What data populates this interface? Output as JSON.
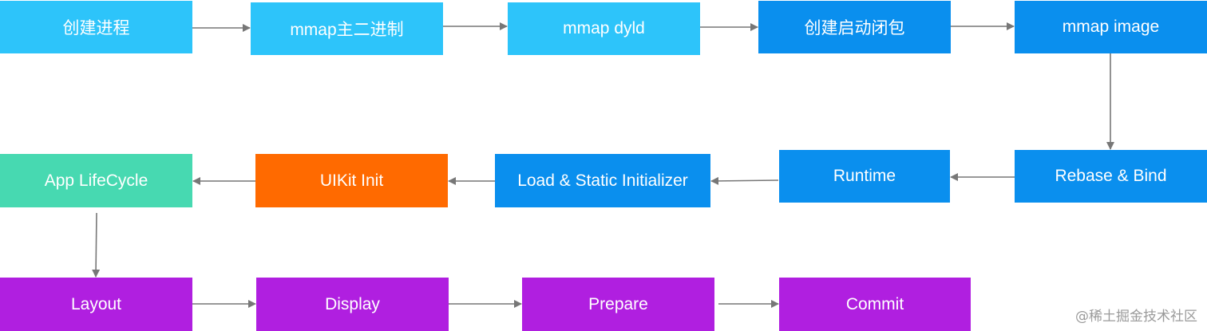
{
  "colors": {
    "light_blue": "#2DC4FA",
    "blue": "#0A8FEE",
    "teal": "#47D9B1",
    "orange": "#FF6A00",
    "purple": "#B01FE0",
    "arrow": "#777777"
  },
  "nodes": {
    "n1": "创建进程",
    "n2": "mmap主二进制",
    "n3": "mmap dyld",
    "n4": "创建启动闭包",
    "n5": "mmap image",
    "n6": "Rebase & Bind",
    "n7": "Runtime",
    "n8": "Load & Static Initializer",
    "n9": "UIKit Init",
    "n10": "App LifeCycle",
    "n11": "Layout",
    "n12": "Display",
    "n13": "Prepare",
    "n14": "Commit"
  },
  "watermark": "@稀土掘金技术社区"
}
